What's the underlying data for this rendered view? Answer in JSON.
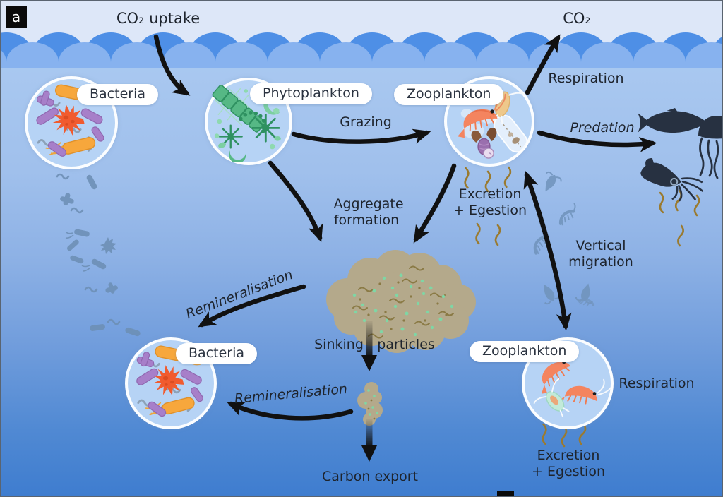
{
  "panel": {
    "label": "a"
  },
  "gas": {
    "uptake": "CO₂ uptake",
    "release": "CO₂"
  },
  "nodes": {
    "bacteria_surface": "Bacteria",
    "phytoplankton": "Phytoplankton",
    "zooplankton_surface": "Zooplankton",
    "bacteria_deep": "Bacteria",
    "zooplankton_deep": "Zooplankton"
  },
  "processes": {
    "respiration_surface": "Respiration",
    "grazing": "Grazing",
    "predation": "Predation",
    "aggregate_formation": [
      "Aggregate",
      "formation"
    ],
    "excretion_surface": [
      "Excretion",
      "+ Egestion"
    ],
    "vertical_migration": [
      "Vertical",
      "migration"
    ],
    "remineralisation_upper": "Remineralisation",
    "remineralisation_lower": "Remineralisation",
    "sinking_particles": [
      "Sinking",
      "particles"
    ],
    "carbon_export": "Carbon export",
    "respiration_deep": "Respiration",
    "excretion_deep": [
      "Excretion",
      "+ Egestion"
    ]
  },
  "colors": {
    "sky": "#dde7f8",
    "wave_dark": "#4e8fe6",
    "wave_light": "#87b2ef",
    "ocean_top": "#a9c8f0",
    "ocean_bottom": "#3f7dcf",
    "arrow": "#111111",
    "circle_fill": "#b6d3f5",
    "aggregate": "#b4a98b",
    "aggregate_detail": "#8a7a45",
    "aggregate_dots": "#7fd6a5",
    "bacteria_orange": "#f7a73c",
    "bacteria_purple": "#a77fc9",
    "bacteria_star": "#f15b2e",
    "phytoplankton_green": "#56b885",
    "krill_orange": "#f4845f",
    "copepod_tan": "#eec88b",
    "copepod_teal": "#c2ead9",
    "predator_silhouette": "#273141",
    "migrant_silhouette": "#7093bb",
    "fecal_pellet": "#9a7a2f"
  }
}
